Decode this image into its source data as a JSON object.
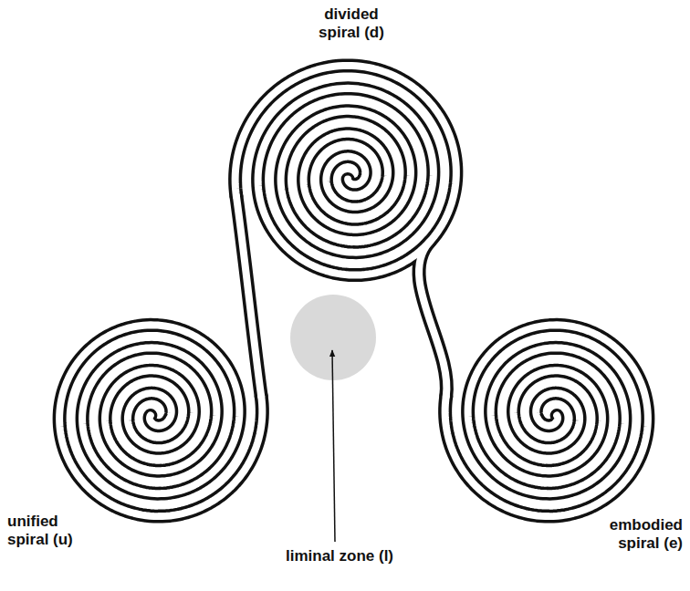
{
  "diagram": {
    "labels": [
      "divided spiral (d)",
      "unified spiral (u)",
      "embodied spiral (e)",
      "liminal zone (l)"
    ]
  }
}
